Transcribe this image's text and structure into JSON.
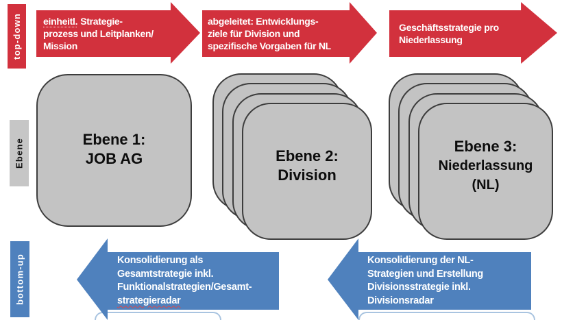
{
  "side_labels": {
    "top_down": "top-down",
    "ebene": "Ebene",
    "bottom_up": "bottom-up"
  },
  "top_arrows": [
    {
      "underlined_word": "einheitl.",
      "line1_rest": "Strategie-",
      "lines": [
        "prozess und Leitplanken/",
        "Mission"
      ]
    },
    {
      "lines": [
        "abgeleitet: Entwicklungs-",
        "ziele für Division und",
        "spezifische Vorgaben für NL"
      ]
    },
    {
      "lines": [
        "Geschäftsstrategie pro",
        "Niederlassung"
      ]
    }
  ],
  "levels": [
    {
      "line1": "Ebene 1:",
      "line2": "JOB AG"
    },
    {
      "line1": "Ebene 2:",
      "line2": "Division"
    },
    {
      "line1": "Ebene 3:",
      "line2": "Niederlassung",
      "line3": "(NL)"
    }
  ],
  "bottom_arrows": [
    {
      "lines": [
        "Konsolidierung als",
        "Gesamtstrategie inkl.",
        "Funktionalstrategien/Gesamt-"
      ],
      "misspelled_word": "strategieradar"
    },
    {
      "lines": [
        "Konsolidierung der NL-",
        "Strategien und Erstellung",
        "Divisionsstrategie inkl.",
        "Divisionsradar"
      ]
    }
  ],
  "colors": {
    "arrow_red": "#d2313d",
    "arrow_blue": "#4f81bd",
    "card_gray": "#c3c3c3",
    "card_border": "#3d3d3d",
    "label_gray": "#c6c6c6",
    "cutoff_outline_blue": "#a9c4e0",
    "squiggle_red": "#e04848"
  }
}
